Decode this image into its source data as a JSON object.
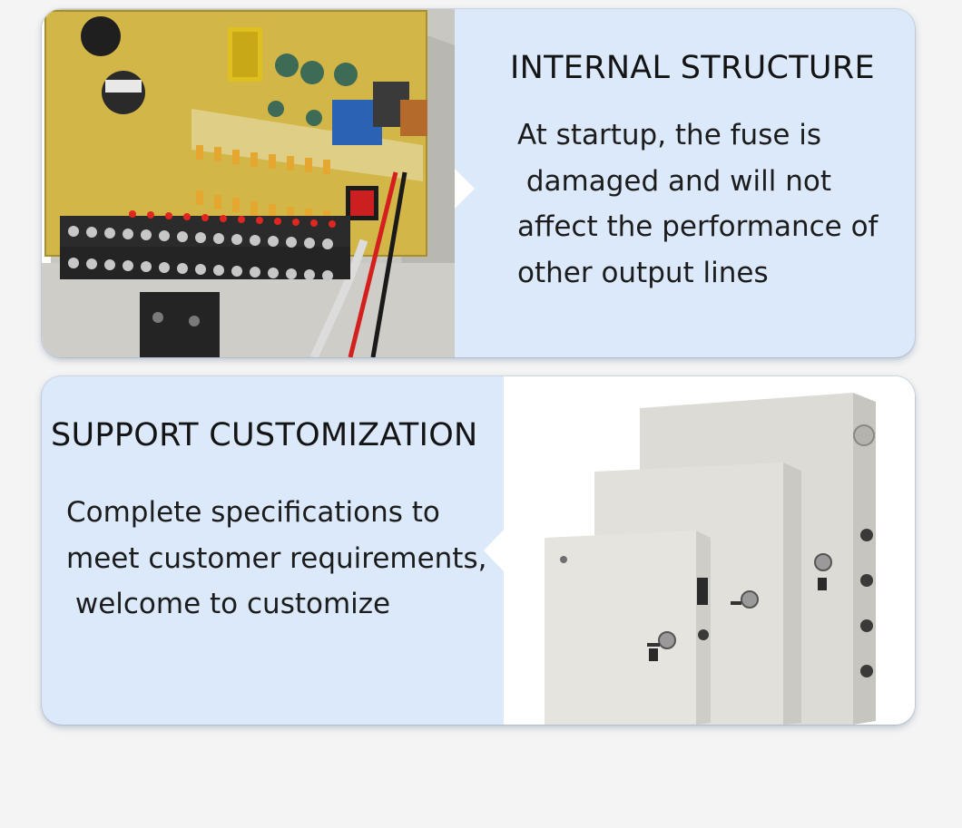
{
  "sections": [
    {
      "heading": "INTERNAL STRUCTURE",
      "lines": [
        "At startup, the fuse is",
        " damaged and will not",
        "affect the performance of",
        "other output lines"
      ],
      "image": "power-supply-box-internal-circuit-board-photo"
    },
    {
      "heading": "SUPPORT CUSTOMIZATION",
      "lines": [
        "Complete specifications to",
        "meet customer requirements,",
        " welcome to customize"
      ],
      "image": "power-supply-enclosures-three-sizes-photo"
    }
  ],
  "colors": {
    "page_background": "#f4f4f4",
    "card_background": "#dbe9fb",
    "text": "#1c1c1c"
  }
}
